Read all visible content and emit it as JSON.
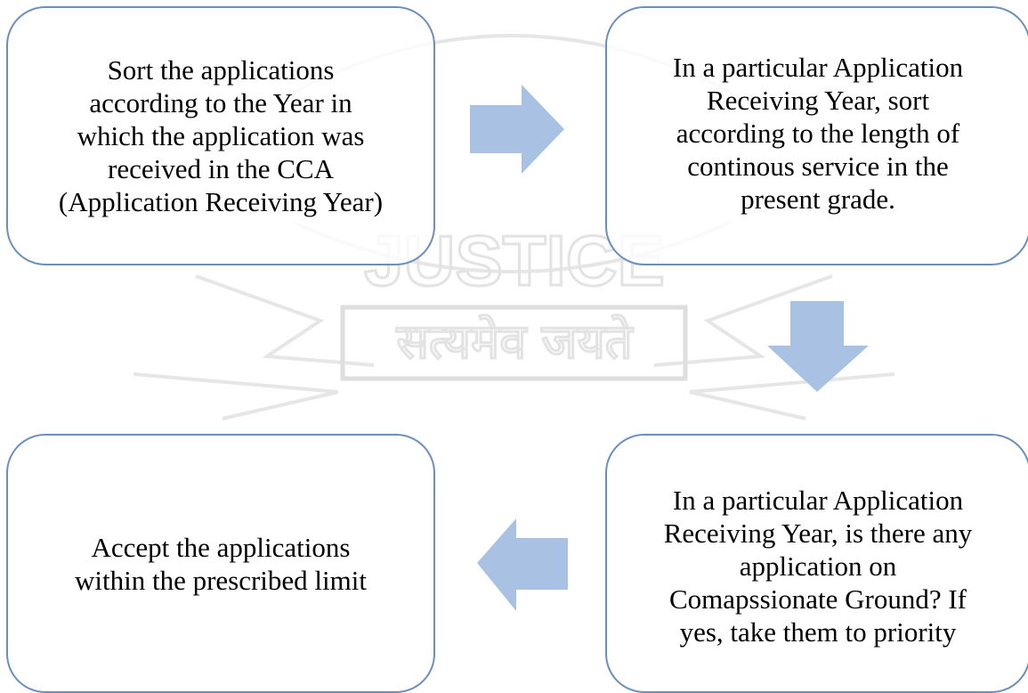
{
  "watermark": {
    "motto": "सत्यमेव जयते",
    "word": "JUSTICE"
  },
  "steps": [
    {
      "text": "Sort the applications\naccording to the Year in\nwhich the application was\nreceived in the CCA\n(Application Receiving Year)"
    },
    {
      "text": "In a particular Application\nReceiving Year, sort\naccording to the length of\ncontinous service in the\npresent grade."
    },
    {
      "text": "In a particular Application\nReceiving Year, is there any\napplication on\nComapssionate Ground? If\nyes, take them to priority"
    },
    {
      "text": "Accept the applications\nwithin the prescribed limit"
    }
  ],
  "colors": {
    "box_border": "#6a8fbd",
    "arrow_fill": "#a9c1e3"
  }
}
